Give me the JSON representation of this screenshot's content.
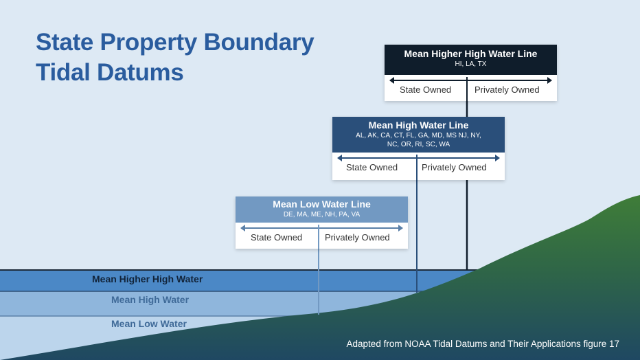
{
  "title": {
    "line1": "State Property Boundary",
    "line2": "Tidal Datums"
  },
  "bands": {
    "mhhw": "Mean Higher High Water",
    "mhw": "Mean High Water",
    "mlw": "Mean Low Water"
  },
  "cards": {
    "mhhw": {
      "title": "Mean Higher High Water Line",
      "states": "HI, LA, TX",
      "left_label": "State Owned",
      "right_label": "Privately Owned"
    },
    "mhw": {
      "title": "Mean High Water Line",
      "states_line1": "AL, AK, CA, CT, FL, GA, MD, MS NJ, NY,",
      "states_line2": "NC, OR, RI, SC, WA",
      "left_label": "State Owned",
      "right_label": "Privately Owned"
    },
    "mlw": {
      "title": "Mean Low Water Line",
      "states": "DE, MA, ME, NH, PA, VA",
      "left_label": "State Owned",
      "right_label": "Privately Owned"
    }
  },
  "caption": "Adapted from NOAA Tidal Datums and Their Applications figure 17",
  "colors": {
    "sky": "#dde9f4",
    "title": "#2a5c9e",
    "mhhw_header": "#0f1d2b",
    "mhw_header": "#2a4f7a",
    "mlw_header": "#7299c2",
    "band_mhhw": "#4b88c6",
    "band_mhw": "#8fb6dc",
    "band_mlw": "#bcd5ec",
    "land_top": "#3c7a3a",
    "land_bottom": "#1f4a5c"
  }
}
